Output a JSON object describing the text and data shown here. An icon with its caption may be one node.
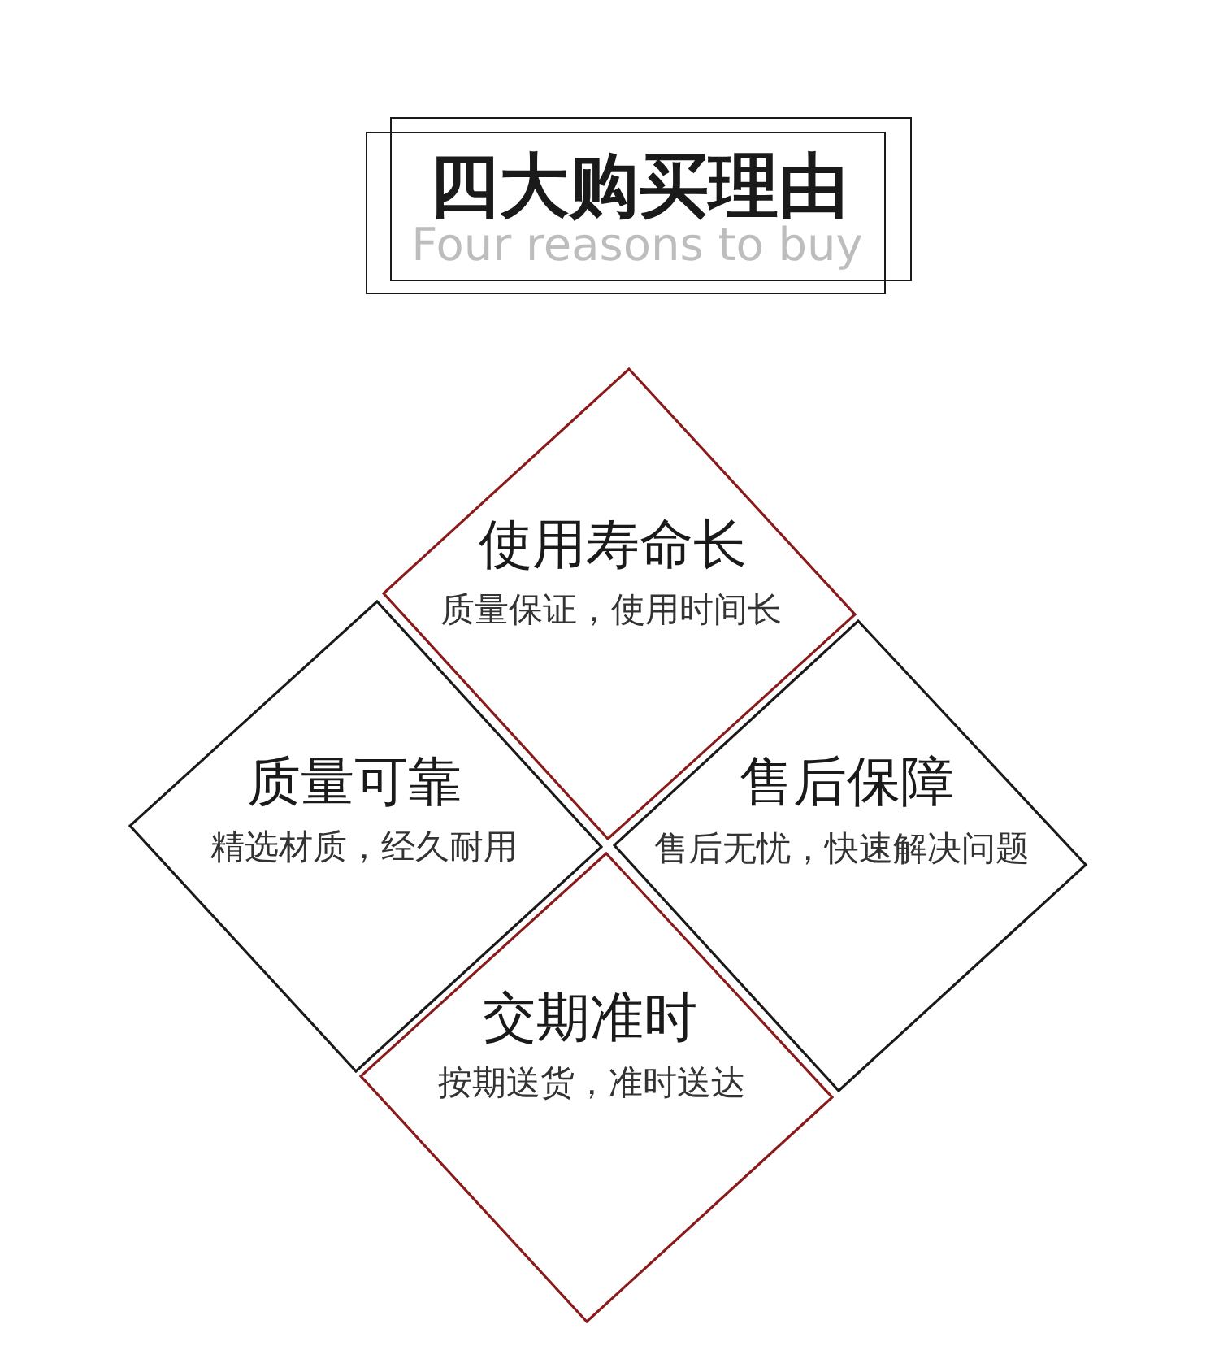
{
  "diagram": {
    "nodes": [
      {
        "text": [
          "四大购买理由",
          "Four reasons to buy"
        ]
      },
      {
        "text": [
          "使用寿命长",
          "质量保证，使用时间长"
        ]
      },
      {
        "text": [
          "质量可靠",
          "精选材质，经久耐用"
        ]
      },
      {
        "text": [
          "售后保障",
          "售后无忧，快速解决问题"
        ]
      },
      {
        "text": [
          "交期准时",
          "按期送货，准时送达"
        ]
      }
    ]
  }
}
